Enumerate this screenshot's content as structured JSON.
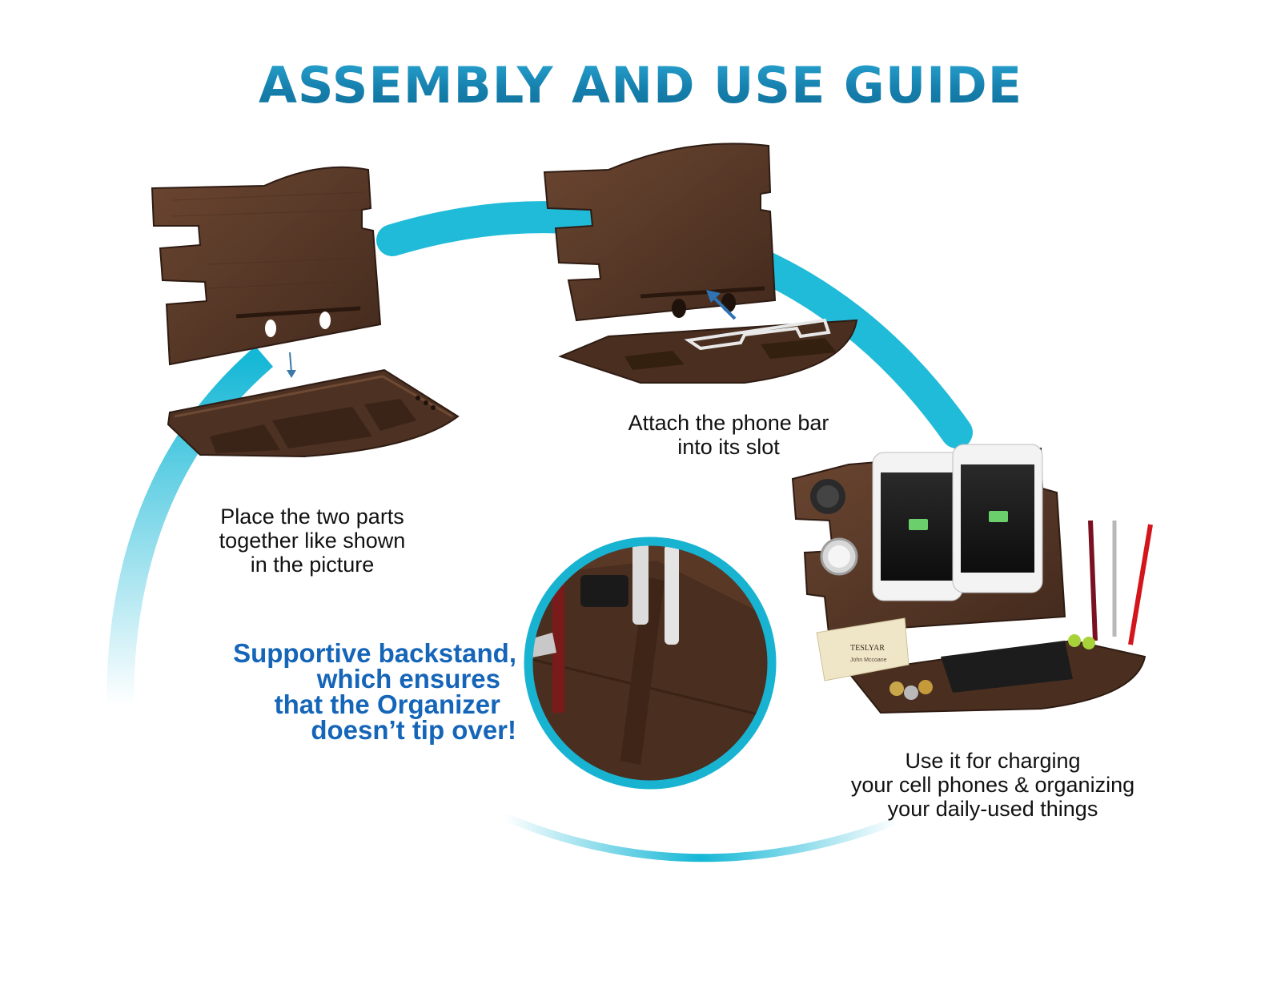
{
  "title": "ASSEMBLY AND USE GUIDE",
  "steps": [
    {
      "lines": [
        "Place the two parts",
        "together like shown",
        "in the picture"
      ]
    },
    {
      "lines": [
        "Attach the phone bar",
        "into its slot"
      ]
    },
    {
      "lines": [
        "Use it for charging",
        "your cell phones & organizing",
        "your daily-used things"
      ]
    }
  ],
  "highlight": {
    "lines": [
      "Supportive backstand,",
      "which ensures",
      "that the Organizer",
      "doesn’t tip over!"
    ]
  },
  "card": {
    "brand": "TESLYAR",
    "name": "John Mccoane"
  },
  "colors": {
    "title": "#1a8fb8",
    "highlight": "#1565b8",
    "arc": "#14b7d6",
    "wood_dark": "#3b2418",
    "wood_mid": "#5a3a28",
    "wood_light": "#74513a"
  }
}
